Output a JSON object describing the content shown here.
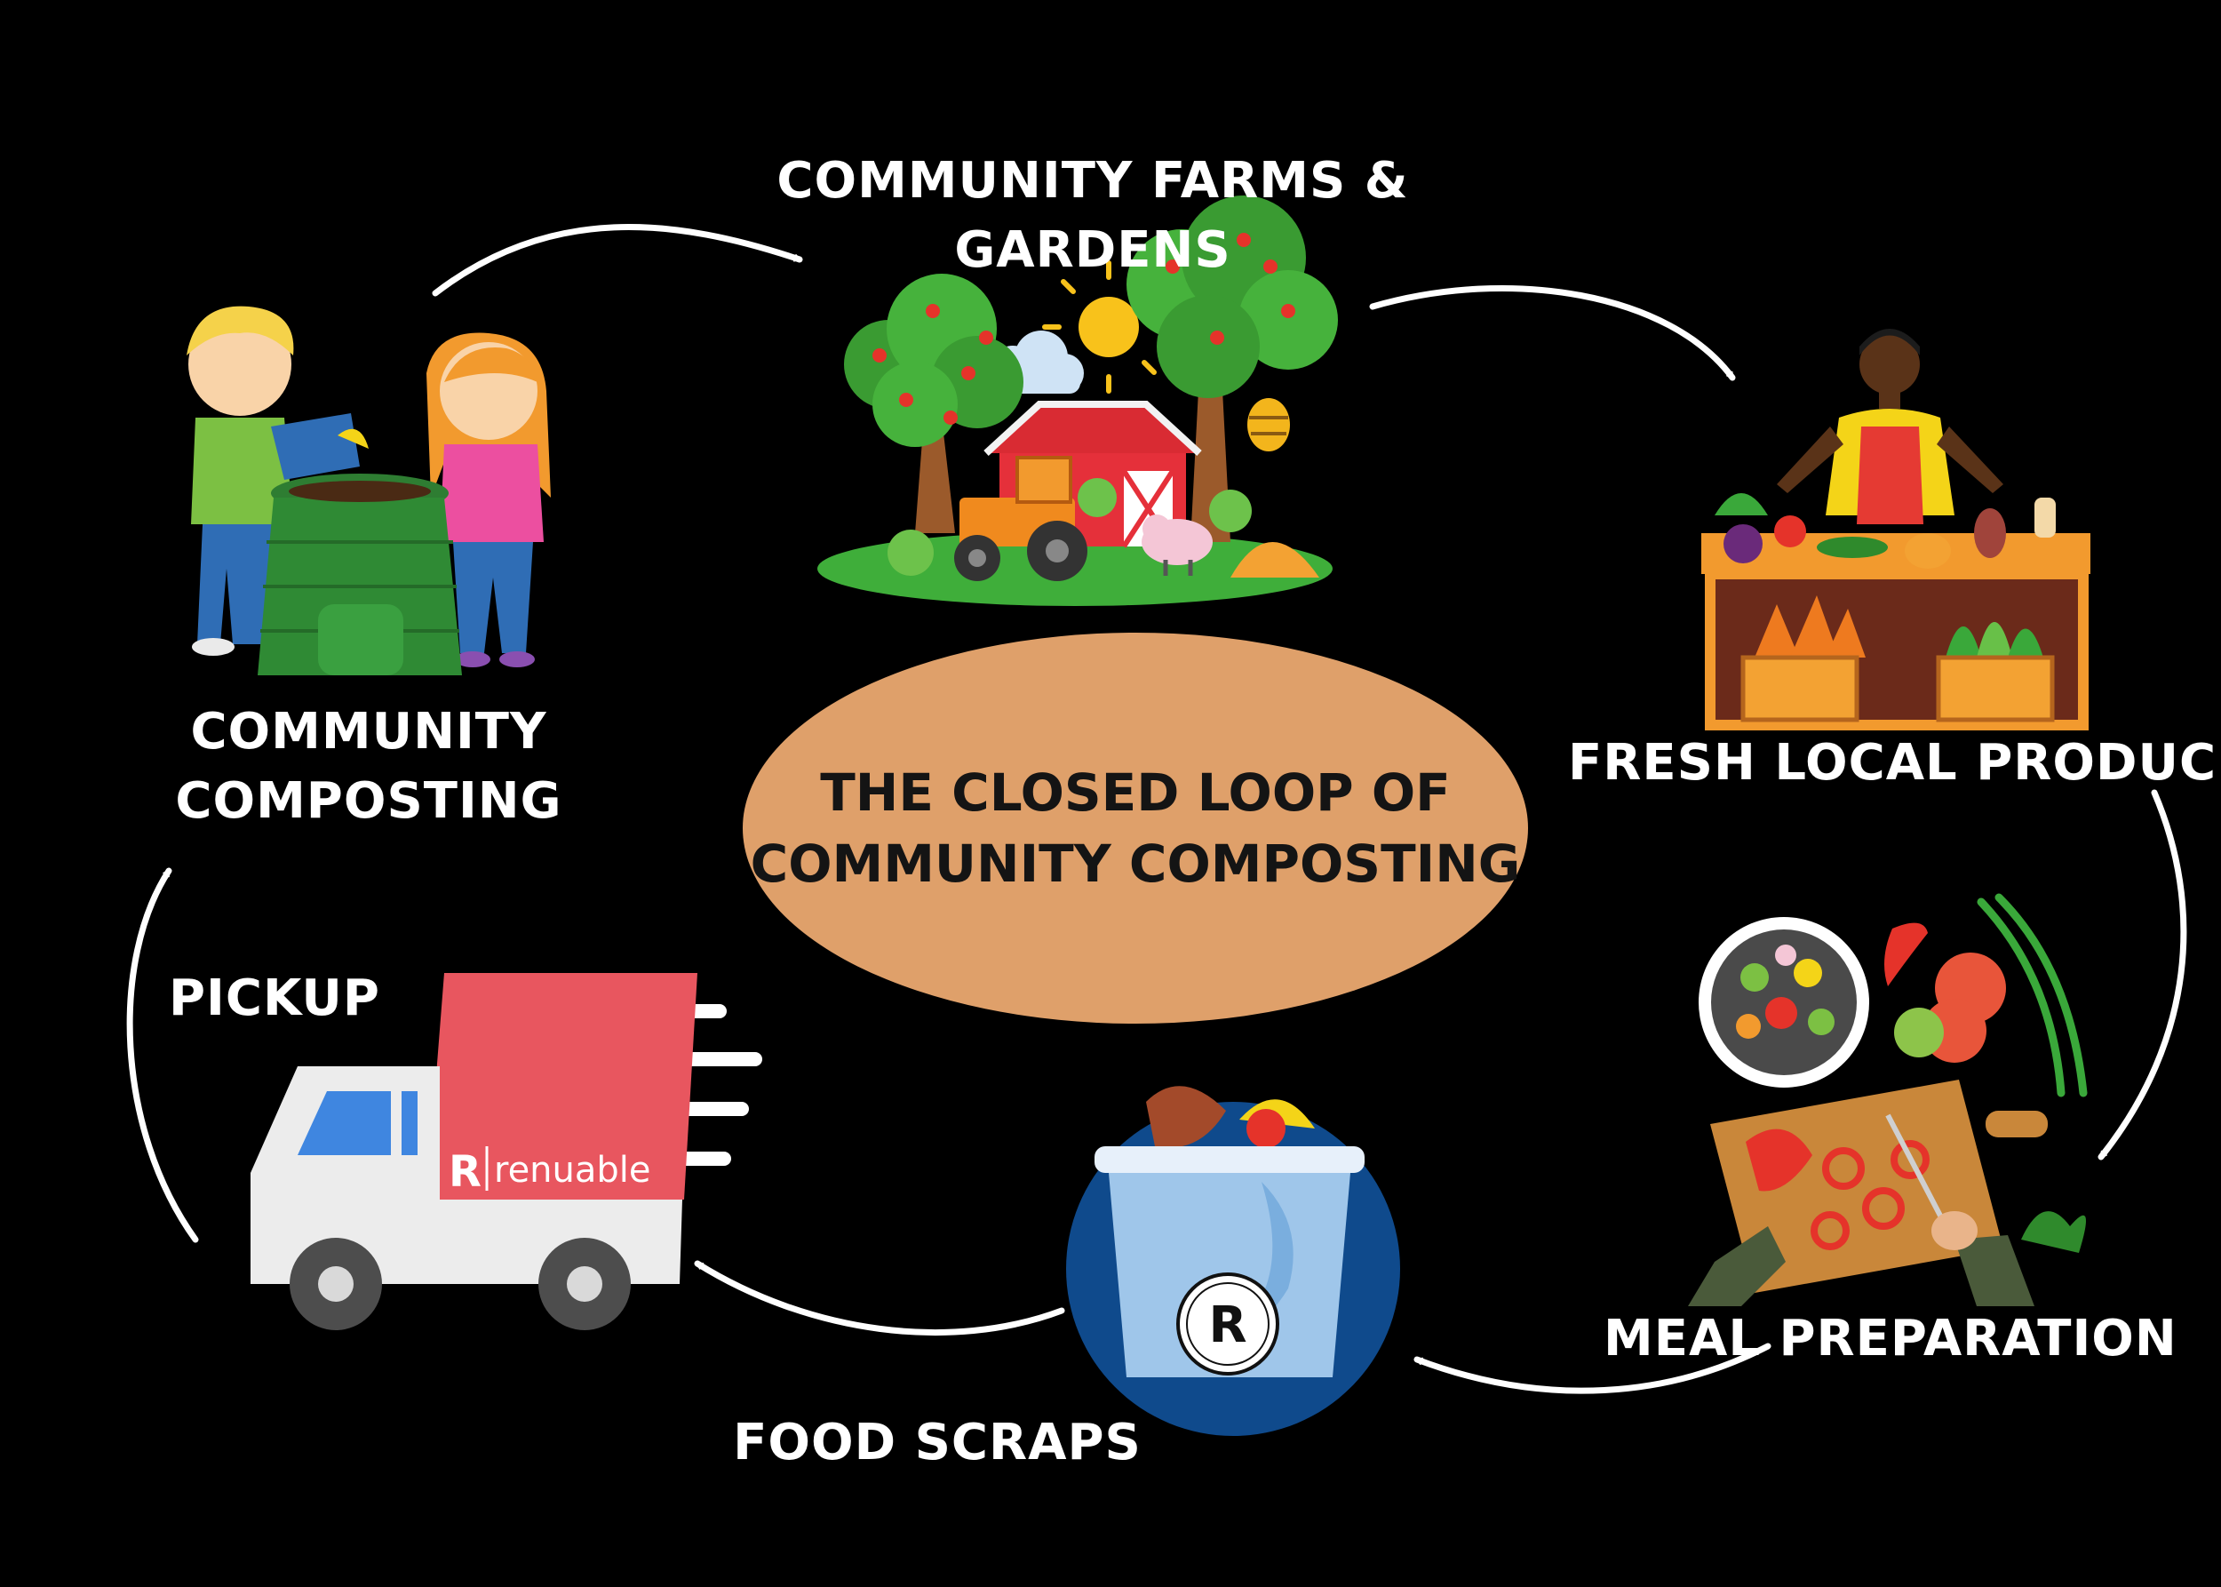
{
  "center": {
    "line1": "THE CLOSED LOOP OF",
    "line2": "COMMUNITY COMPOSTING"
  },
  "stages": {
    "farms": {
      "line1": "COMMUNITY FARMS &",
      "line2": "GARDENS"
    },
    "produce": {
      "line1": "FRESH LOCAL PRODUCE"
    },
    "meal": {
      "line1": "MEAL PREPARATION"
    },
    "scraps": {
      "line1": "FOOD SCRAPS"
    },
    "pickup": {
      "line1": "PICKUP"
    },
    "composting": {
      "line1": "COMMUNITY",
      "line2": "COMPOSTING"
    }
  },
  "brand": {
    "truck_logo_mark": "R",
    "truck_logo_text": "renuable",
    "bin_logo_mark": "R"
  },
  "colors": {
    "background": "#000000",
    "ellipse": "#dfa06a",
    "truck_cargo": "#e8565f",
    "arrow": "#ffffff"
  }
}
